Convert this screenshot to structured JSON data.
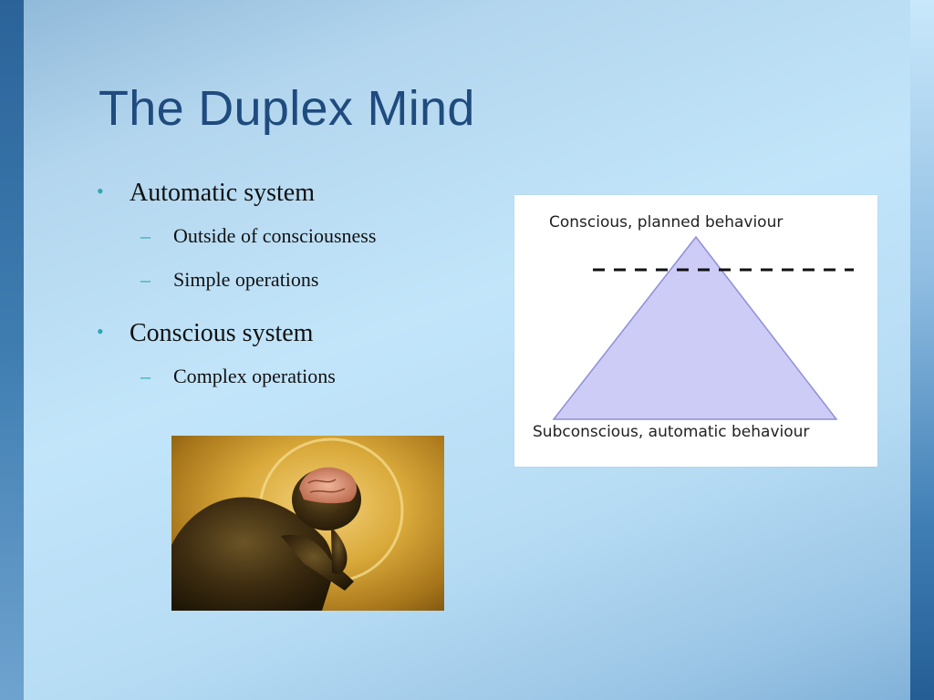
{
  "slide": {
    "title": "The Duplex Mind",
    "bullets": [
      {
        "text": "Automatic system",
        "sub": [
          "Outside of consciousness",
          "Simple operations"
        ]
      },
      {
        "text": "Conscious system",
        "sub": [
          "Complex operations"
        ]
      }
    ],
    "bullet_mark": "•",
    "sub_mark": "–"
  },
  "pyramid": {
    "top_label": "Conscious, planned behaviour",
    "bottom_label": "Subconscious, automatic behaviour",
    "fill_color": "#ccccf7"
  },
  "image": {
    "subject": "thinker-statue-with-brain"
  },
  "colors": {
    "title": "#1f4b7e",
    "bullet_mark": "#2aa8b3"
  }
}
